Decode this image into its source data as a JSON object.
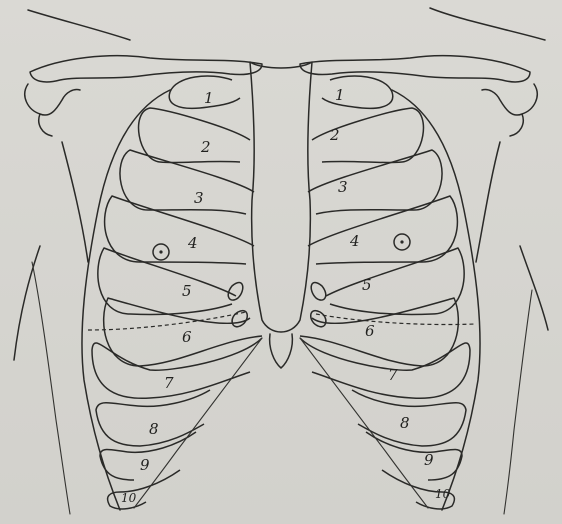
{
  "ribs_left": [
    "1",
    "2",
    "3",
    "4",
    "5",
    "6",
    "7",
    "8",
    "9",
    "10"
  ],
  "ribs_right": [
    "1",
    "2",
    "3",
    "4",
    "5",
    "6",
    "7",
    "8",
    "9",
    "10"
  ],
  "colors": {
    "paper": "#d7d6d1",
    "ink": "#2a2a28"
  }
}
